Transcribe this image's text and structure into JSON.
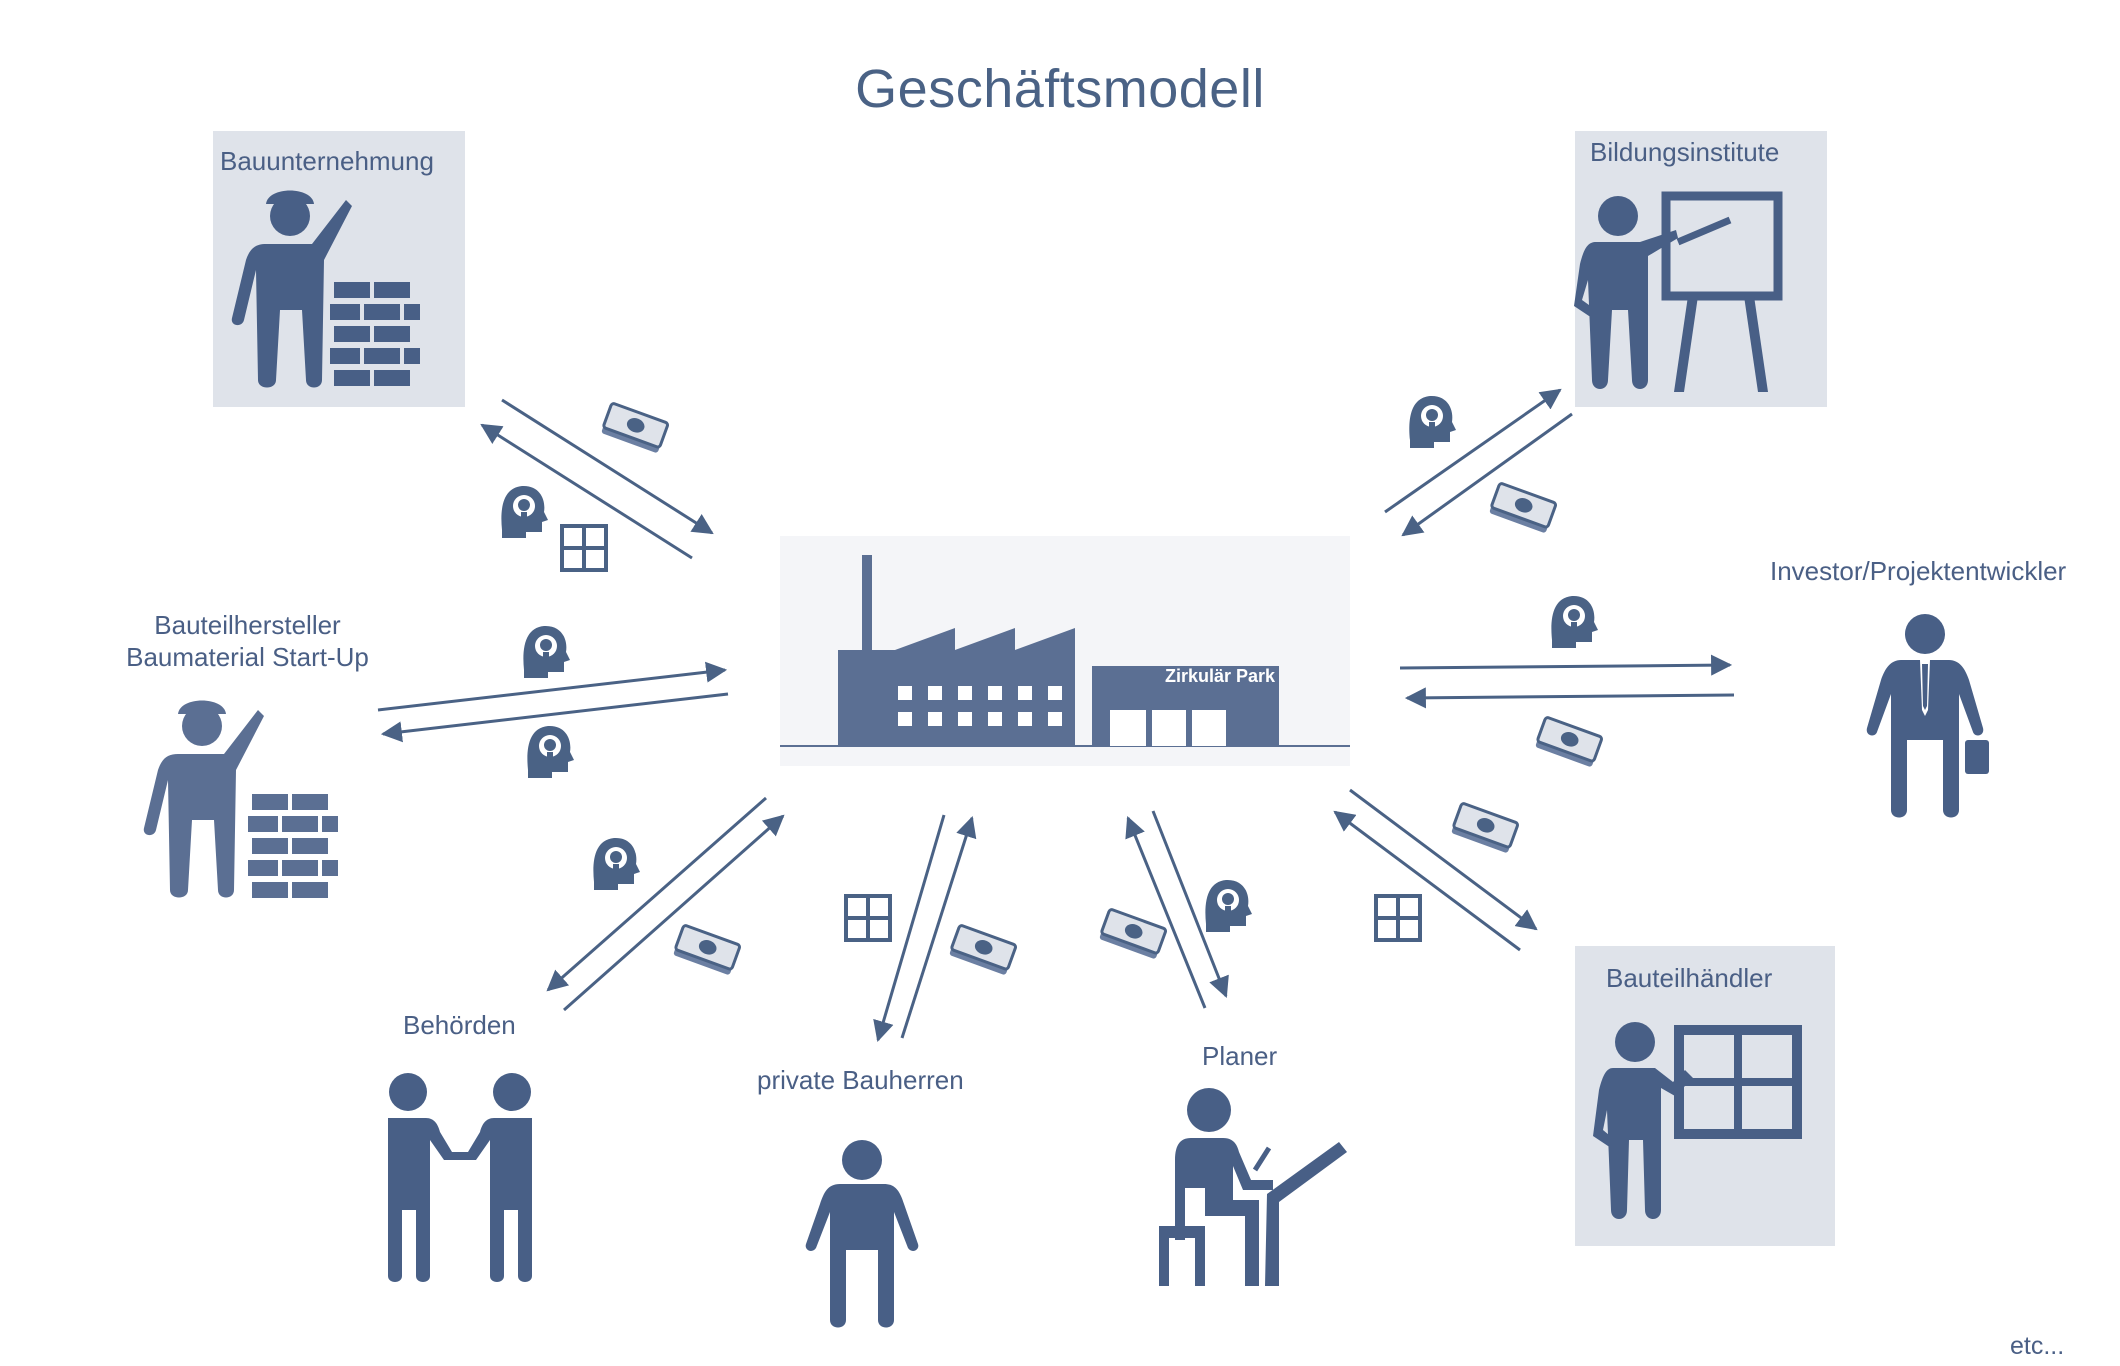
{
  "title": "Geschäftsmodell",
  "center": {
    "label": "Zirkulär Park"
  },
  "actors": {
    "bauunternehmung": "Bauunternehmung",
    "bildungsinstitute": "Bildungsinstitute",
    "investor": "Investor/Projektentwickler",
    "bauteilhersteller_1": "Bauteilhersteller",
    "bauteilhersteller_2": "Baumaterial Start-Up",
    "behoerden": "Behörden",
    "private_bauherren": "private Bauherren",
    "planer": "Planer",
    "bauteilhaendler": "Bauteilhändler"
  },
  "footer": {
    "etc": "etc..."
  },
  "colors": {
    "accent": "#4a6285",
    "panel": "#dfe3ea",
    "icon": "#485f86"
  },
  "icons": [
    "worker-icon",
    "teacher-icon",
    "investor-icon",
    "handshake-icon",
    "person-icon",
    "planner-icon",
    "window-presenter-icon",
    "factory-icon",
    "money-icon",
    "idea-head-icon",
    "window-icon"
  ]
}
